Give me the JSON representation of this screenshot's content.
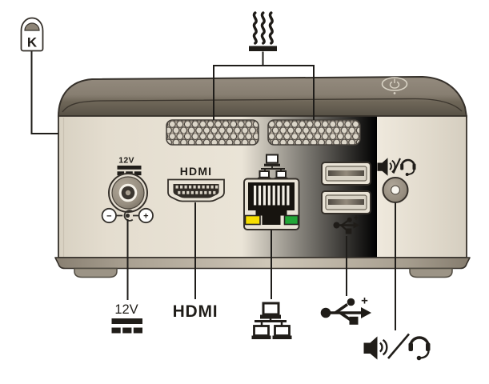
{
  "callouts": {
    "kensington": {
      "letter": "K"
    },
    "panel": {
      "dc_label": "12V",
      "hdmi_label": "HDMI",
      "polarity_minus": "−",
      "polarity_plus": "+",
      "usb_plus": "+"
    },
    "legend": {
      "dc_label": "12V",
      "hdmi_label": "HDMI",
      "usb_plus": "+"
    }
  },
  "icons": [
    "kensington-lock-icon",
    "hot-surface-icon",
    "power-button-icon",
    "dc-jack",
    "dc-polarity-icon",
    "hdmi-port",
    "lan-network-icon",
    "rj45-port",
    "usb-ports",
    "usb-trident-plus-icon",
    "speaker-headset-icon",
    "vent-grille"
  ],
  "colors": {
    "body_front": "#e9e3d6",
    "body_top": "#857c6f",
    "base_strip": "#b4ab9c",
    "outline": "#35302a",
    "ink": "#201d19",
    "led_yellow": "#f6de00",
    "led_green": "#22a637",
    "vent_background": "#b2a89a",
    "vent_hole": "#dbd5c8"
  }
}
